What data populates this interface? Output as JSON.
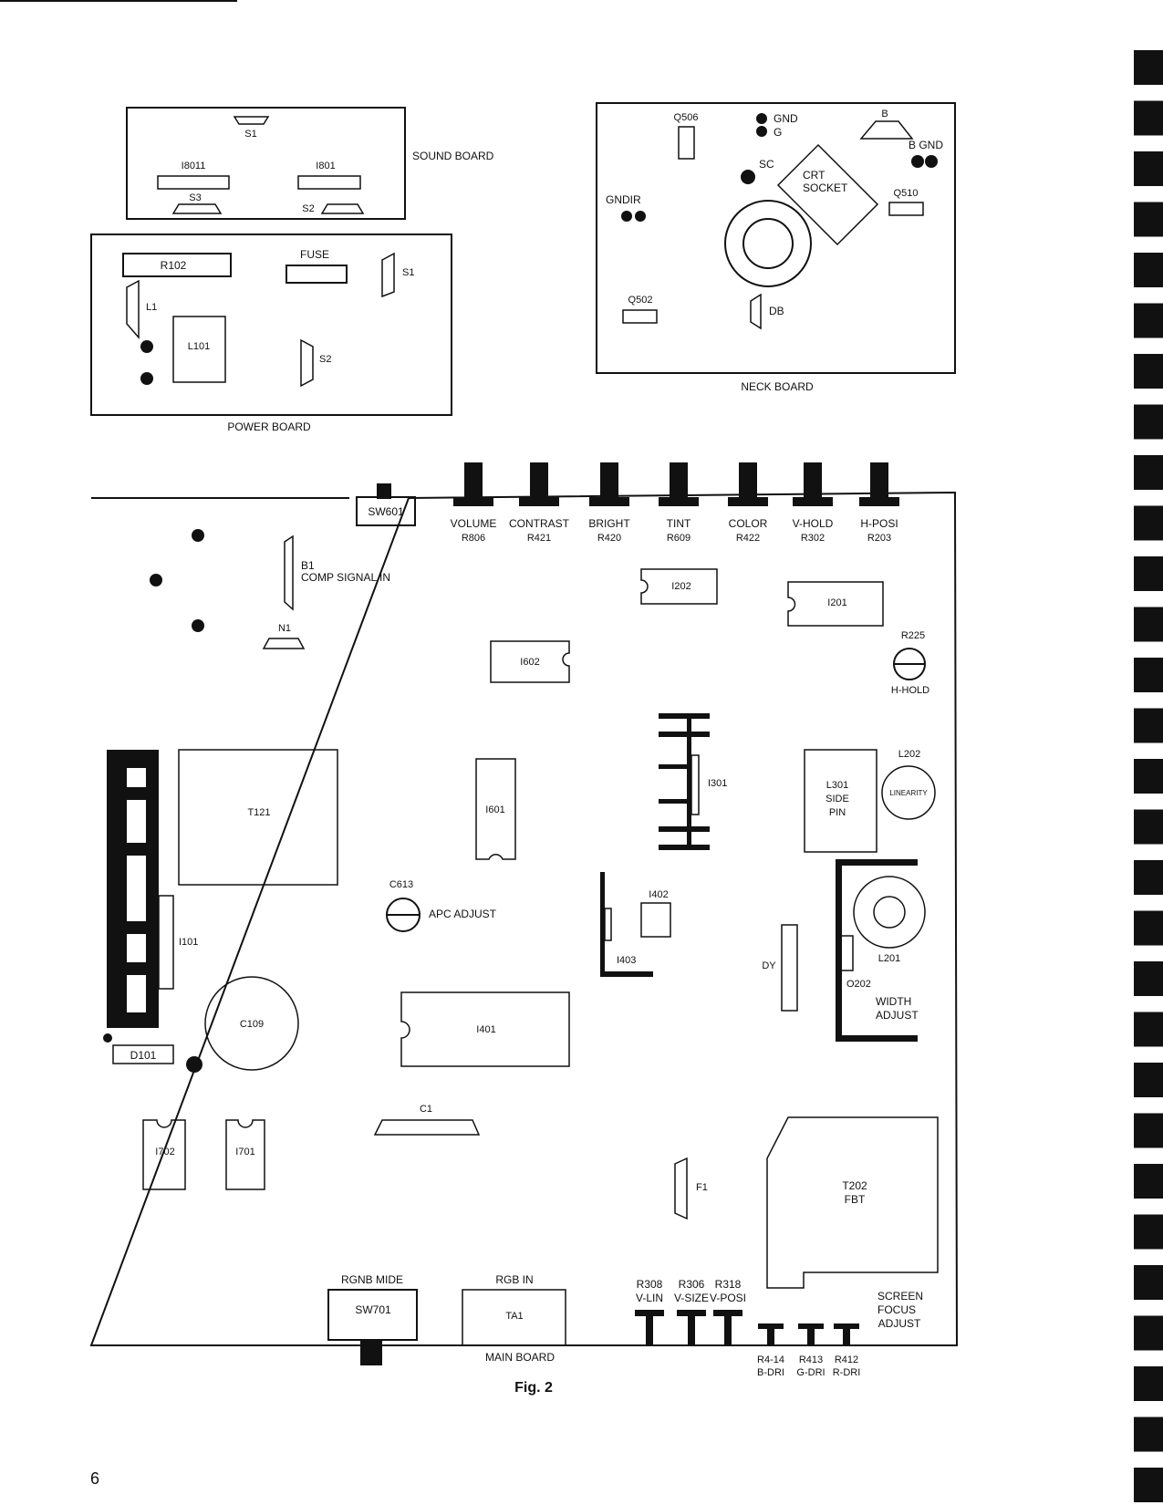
{
  "sound_board": {
    "title": "SOUND BOARD",
    "s1": "S1",
    "i8011": "I8011",
    "i801": "I801",
    "s3": "S3",
    "s2": "S2"
  },
  "power_board": {
    "title": "POWER BOARD",
    "r102": "R102",
    "fuse": "FUSE",
    "s1": "S1",
    "l1": "L1",
    "l101": "L101",
    "s2": "S2"
  },
  "neck_board": {
    "title": "NECK BOARD",
    "q506": "Q506",
    "gnd": "GND",
    "g": "G",
    "b": "B",
    "b_gnd": "B GND",
    "sc": "SC",
    "crt_socket_1": "CRT",
    "crt_socket_2": "SOCKET",
    "gndir": "GNDIR",
    "q510": "Q510",
    "q502": "Q502",
    "db": "DB"
  },
  "main_board": {
    "title": "MAIN BOARD",
    "sw601": "SW601",
    "controls": [
      {
        "name": "VOLUME",
        "ref": "R806"
      },
      {
        "name": "CONTRAST",
        "ref": "R421"
      },
      {
        "name": "BRIGHT",
        "ref": "R420"
      },
      {
        "name": "TINT",
        "ref": "R609"
      },
      {
        "name": "COLOR",
        "ref": "R422"
      },
      {
        "name": "V-HOLD",
        "ref": "R302"
      },
      {
        "name": "H-POSI",
        "ref": "R203"
      }
    ],
    "b1": "B1",
    "comp_signal_in": "COMP SIGNAL IN",
    "n1": "N1",
    "i202": "I202",
    "i201": "I201",
    "i602": "I602",
    "r225": "R225",
    "h_hold": "H-HOLD",
    "t121": "T121",
    "i601": "I601",
    "i301": "I301",
    "l301_1": "L301",
    "l301_2": "SIDE",
    "l301_3": "PIN",
    "l202": "L202",
    "linearity": "LINEARITY",
    "c613": "C613",
    "apc_adjust": "APC ADJUST",
    "i402": "I402",
    "i403": "I403",
    "i101": "I101",
    "dy": "DY",
    "l201": "L201",
    "o202": "O202",
    "width_adjust_1": "WIDTH",
    "width_adjust_2": "ADJUST",
    "c109": "C109",
    "i401": "I401",
    "d101": "D101",
    "c1": "C1",
    "i702": "I702",
    "i701": "I701",
    "f1": "F1",
    "t202_1": "T202",
    "t202_2": "FBT",
    "rgnb_mide": "RGNB MIDE",
    "sw701": "SW701",
    "rgb_in": "RGB IN",
    "ta1": "TA1",
    "bottom_pots": [
      {
        "ref": "R308",
        "name": "V-LIN"
      },
      {
        "ref": "R306",
        "name": "V-SIZE"
      },
      {
        "ref": "R318",
        "name": "V-POSI"
      }
    ],
    "screen_focus_1": "SCREEN",
    "screen_focus_2": "FOCUS",
    "screen_focus_3": "ADJUST",
    "drive_pots": [
      {
        "ref": "R4-14",
        "name": "B-DRI"
      },
      {
        "ref": "R413",
        "name": "G-DRI"
      },
      {
        "ref": "R412",
        "name": "R-DRI"
      }
    ]
  },
  "figure_caption": "Fig. 2",
  "page_number": "6"
}
